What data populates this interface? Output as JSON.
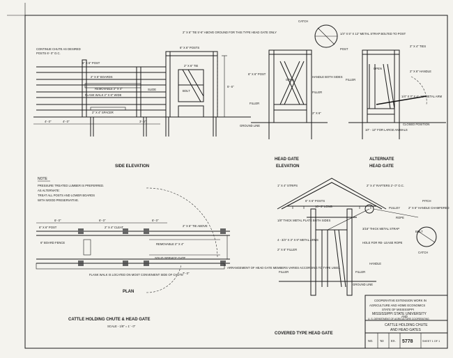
{
  "views": {
    "side_elevation": {
      "title": "SIDE ELEVATION",
      "labels": {
        "continue": "CONTINUE CHUTE AS DESIRED",
        "posts": "POSTS 6'- 0\" O.C.",
        "post_6x6": "6\" X 6\" POST",
        "boards": "2\" X 6\" BOARDS",
        "removable": "REMOVABLE 2\" X 4\"",
        "flank_walk": "FLANK WALK 2\" X 6\" WIDE",
        "spacer": "2\" X 4\" SPACER",
        "slide": "SLIDE",
        "tie": "2\" X 6\" TIE",
        "bolt": "BOLT",
        "posts_6x6": "6\" X 6\" POSTS",
        "tie_above": "2\" X 6\" TIE 5'-6\" ABOVE GROUND FOR THIS TYPE HEAD GATE ONLY",
        "dim_4_0a": "4'- 0\"",
        "dim_4_0b": "4'- 0\"",
        "dim_3_6": "3'- 6\"",
        "dim_5_6": "5'- 6\""
      }
    },
    "head_gate": {
      "title_line1": "HEAD  GATE",
      "title_line2": "ELEVATION",
      "labels": {
        "catch": "CATCH",
        "strap": "1/4\" X 5\" X 12\" METAL STRAP BOLTED TO POST",
        "post": "POST",
        "post6": "6\" X 6\" POST",
        "handle": "HANDLE BOTH SIDES",
        "filler": "FILLER",
        "ground": "GROUND LINE",
        "x2x6": "2\" X 6\"",
        "open": "OPEN"
      }
    },
    "alternate_head_gate": {
      "title_line1": "ALTERNATE",
      "title_line2": "HEAD  GATE",
      "labels": {
        "ties": "2\" X 4\" TIES",
        "handle": "2\" X 6\" HANDLE",
        "filler": "FILLER",
        "metal_arm": "1/4\" X 3\" X 4'- 10\" METAL ARM",
        "closed": "CLOSED POSITION",
        "large_animals": "10\" - 12\" FOR LARGE ANIMALS",
        "open": "OPEN"
      }
    },
    "plan": {
      "title": "PLAN",
      "labels": {
        "dim_6_0a": "6'- 0\"",
        "dim_6_0b": "6'- 0\"",
        "dim_6_0c": "6'- 0\"",
        "post": "6\" X 6\" POST",
        "cleat": "2\" X 4\" CLEAT",
        "tie_above": "2\" X 6\" TIE ABOVE",
        "fence": "6\" BOARD FENCE",
        "removable": "REMOVABLE 2\" X 4\"",
        "solid_gate": "SOLID SERVICE GATE",
        "flank_walk": "FLANK WALK IS LOCATED ON MOST CONVENIENT SIDE OF CHUTE",
        "arrangement": "ARRANGEMENT OF HEAD GATE MEMBERS VARIES ACCORDING TO TYPE USED.",
        "dim_7_0": "7'- 0\""
      }
    },
    "covered_head_gate": {
      "title": "COVERED  TYPE  HEAD  GATE",
      "labels": {
        "strips": "1\" X 4\" STRIPS",
        "rafters": "2\" X 4\" RAFTERS 2'- 0\" O.C.",
        "pitch": "PITCH",
        "posts": "6\" X 6\" POSTS",
        "long": "10'- 0\" LONG",
        "metal_plate": "1/8\" THICK METAL PLATE BOTH SIDES",
        "metal_arms": "4 - 3/4\" X 3\" X 9\" METAL ARMS",
        "filler_2x6": "2\" X 6\" FILLER",
        "pulley": "PULLEY",
        "handle_chamfered": "2\" X 6\" HANDLE CHAMFERED",
        "rope": "ROPE",
        "metal_strap": "3/16\" THICK METAL STRAP",
        "hole": "HOLE FOR RE- LEASE ROPE",
        "handle": "HANDLE",
        "bolt": "BOLT",
        "catch": "CATCH",
        "filler": "FILLER",
        "ground": "GROUND LINE"
      }
    }
  },
  "note": {
    "heading": "NOTE",
    "lines": [
      "PRESSURE TREATED LUMBER IS PREFERRED.",
      "AS ALTERNATE:",
      "TREAT ALL POSTS AND LOWER BOARDS",
      "WITH WOOD PRESERVATIVE."
    ]
  },
  "drawing": {
    "title": "CATTLE  HOLDING  CHUTE  &  HEAD  GATE",
    "scale": "SCALE - 1/8\" = 1' - 0\""
  },
  "title_block": {
    "line1": "COOPERATIVE EXTENSION WORK IN",
    "line2": "AGRICULTURE AND HOME ECONOMICS",
    "line3": "STATE OF MISSISSIPPI",
    "line4": "MISSISSIPPI STATE UNIVERSITY",
    "line5": "AND",
    "line6": "U. S. DEPARTMENT OF AGRICULTURE COOPERATING",
    "drawing_title_1": "CATTLE  HOLDING  CHUTE",
    "drawing_title_2": "AND  HEAD  GATES",
    "no_label": "NO.",
    "no_value": "'63",
    "ex_label": "EX.",
    "ex_value": "5778",
    "sheet": "SHEET 1 OF 1"
  }
}
